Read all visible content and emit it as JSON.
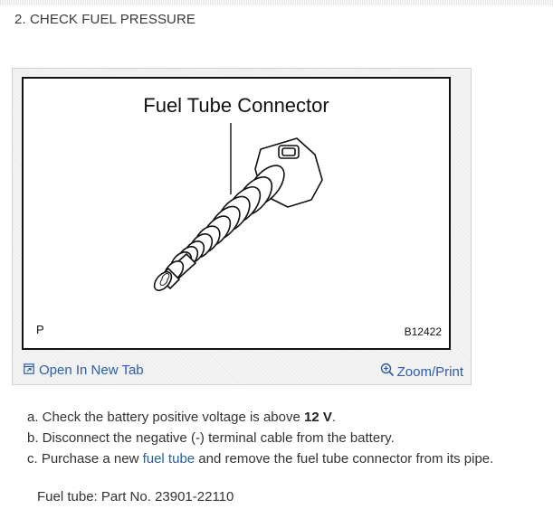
{
  "step": {
    "title": "2. CHECK FUEL PRESSURE"
  },
  "figure": {
    "diagram_title": "Fuel Tube Connector",
    "corner_label": "P",
    "figure_code": "B12422",
    "open_label": "Open In New Tab",
    "zoom_label": "Zoom/Print",
    "icons": {
      "open": "open-new-tab-icon",
      "zoom": "zoom-icon"
    }
  },
  "instructions": {
    "a_prefix": "a. Check the battery positive voltage is above ",
    "a_value": "12 V",
    "a_suffix": ".",
    "b": "b. Disconnect the negative (-) terminal cable from the battery.",
    "c_prefix": "c. Purchase a new ",
    "c_link": "fuel tube",
    "c_suffix": " and remove the fuel tube connector from its pipe."
  },
  "part": {
    "text": "Fuel tube: Part No. 23901-22110"
  },
  "colors": {
    "link": "#2a5fa5",
    "text": "#333333"
  }
}
